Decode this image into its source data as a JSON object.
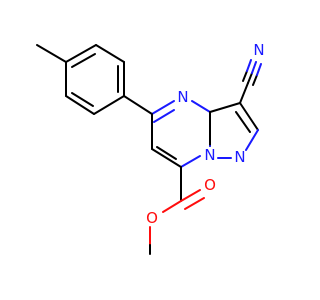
{
  "molecule": {
    "atoms": {
      "nitrile_n": "N",
      "pyrimidine_n": "N",
      "bridge_n": "N",
      "pyrazole_n": "N",
      "carbonyl_o": "O",
      "ester_o": "O"
    },
    "colors": {
      "bond": "#000000",
      "nitrogen": "#1a1aff",
      "oxygen": "#ff0d0d",
      "background": "#ffffff"
    }
  }
}
